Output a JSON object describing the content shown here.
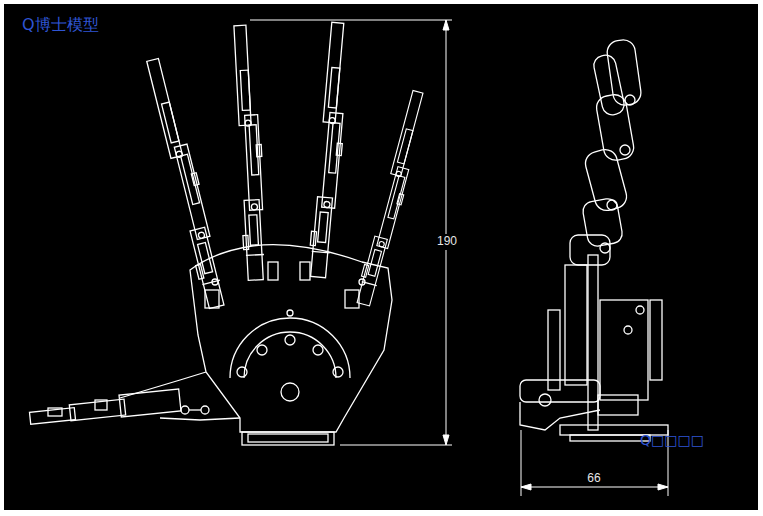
{
  "diagram": {
    "labels": [
      "Q博士模型",
      "190",
      "66",
      "Q□□□□"
    ]
  }
}
